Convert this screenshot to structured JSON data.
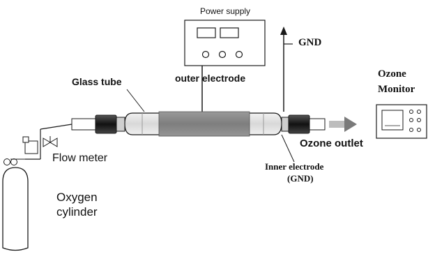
{
  "labels": {
    "power_supply": "Power supply",
    "gnd": "GND",
    "glass_tube": "Glass tube",
    "outer_electrode": "outer electrode",
    "ozone_monitor_line1": "Ozone",
    "ozone_monitor_line2": "Monitor",
    "flow_meter": "Flow meter",
    "ozone_outlet": "Ozone outlet",
    "inner_electrode_line1": "Inner electrode",
    "inner_electrode_line2": "(GND)",
    "oxygen_cylinder_line1": "Oxygen",
    "oxygen_cylinder_line2": "cylinder"
  },
  "colors": {
    "line": "#1a1a1a",
    "outer_electrode_fill": "#8c8c8c",
    "glass_fill": "#e6e6e6",
    "connector_fill": "#2a2a2a",
    "outlet_arrow": "#7a7a7a"
  }
}
